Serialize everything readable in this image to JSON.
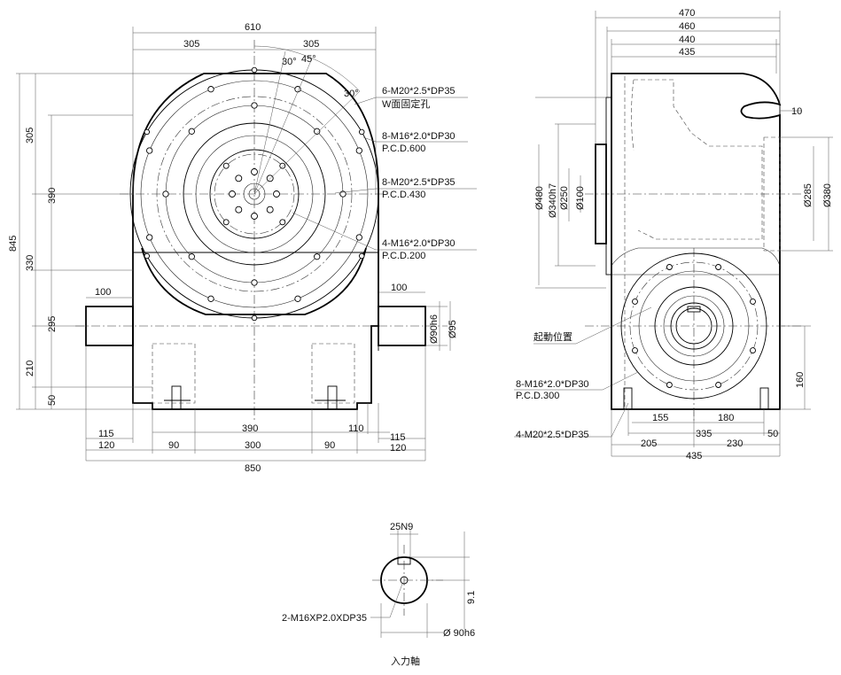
{
  "front_view": {
    "top_width_dim": "610",
    "half_left_dim": "305",
    "half_right_dim": "305",
    "angle_30_left": "30°",
    "angle_45": "45°",
    "angle_30_right": "30°",
    "callout_1_line1": "6-M20*2.5*DP35",
    "callout_1_line2": "W面固定孔",
    "callout_2_line1": "8-M16*2.0*DP30",
    "callout_2_line2": "P.C.D.600",
    "callout_3_line1": "8-M20*2.5*DP35",
    "callout_3_line2": "P.C.D.430",
    "callout_4_line1": "4-M16*2.0*DP30",
    "callout_4_line2": "P.C.D.200",
    "height_total": "845",
    "height_305": "305",
    "height_390": "390",
    "height_330": "330",
    "height_295": "295",
    "height_210": "210",
    "height_50": "50",
    "shaft_left_len": "100",
    "shaft_right_len": "100",
    "shaft_dia_h6": "Ø90h6",
    "shaft_dia_95": "Ø95",
    "bottom_390": "390",
    "bottom_110": "110",
    "bottom_115_left": "115",
    "bottom_120_left": "120",
    "bottom_90_left": "90",
    "bottom_300": "300",
    "bottom_90_right": "90",
    "bottom_115_right": "115",
    "bottom_120_right": "120",
    "bottom_850": "850"
  },
  "side_view": {
    "width_470": "470",
    "width_460": "460",
    "width_440": "440",
    "width_435_top": "435",
    "dim_10": "10",
    "dia_480": "Ø480",
    "dia_340h7": "Ø340h7",
    "dia_250": "Ø250",
    "dia_100": "Ø100",
    "dia_285": "Ø285",
    "dia_380": "Ø380",
    "start_position": "起動位置",
    "callout_1_line1": "8-M16*2.0*DP30",
    "callout_1_line2": "P.C.D.300",
    "callout_2": "4-M20*2.5*DP35",
    "height_160": "160",
    "bottom_155": "155",
    "bottom_180": "180",
    "bottom_335": "335",
    "bottom_205": "205",
    "bottom_230": "230",
    "bottom_50": "50",
    "bottom_435": "435"
  },
  "shaft_detail": {
    "key_width": "25N9",
    "key_depth": "9.1",
    "thread_callout": "2-M16XP2.0XDP35",
    "shaft_dia": "Ø 90h6",
    "caption": "入力軸"
  }
}
